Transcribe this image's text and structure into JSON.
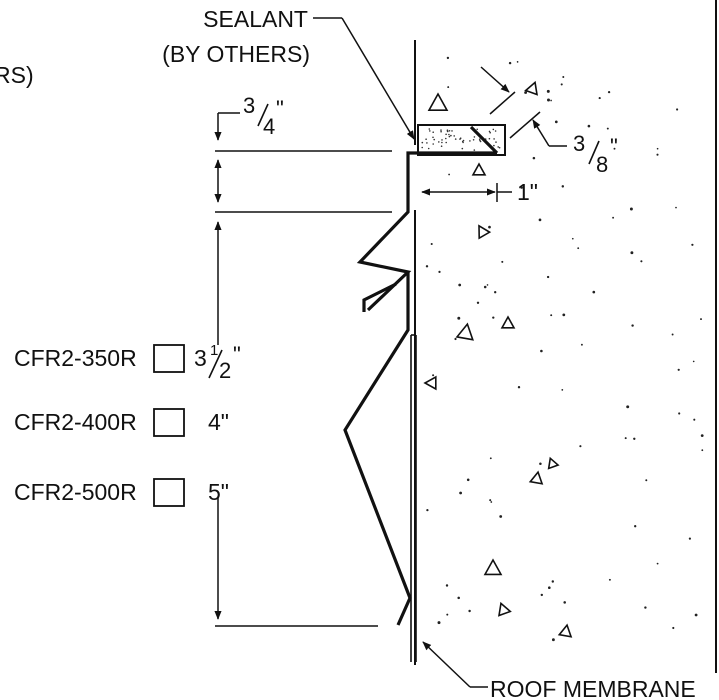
{
  "labels": {
    "sealant": "SEALANT",
    "by_others": "(BY OTHERS)",
    "by_others_cut": "RS)",
    "roof_membrane": "ROOF MEMBRANE"
  },
  "dimensions": {
    "top_whole": "3",
    "top_denominator": "4",
    "top_inch": "\"",
    "gap_whole": "3",
    "gap_denominator": "8",
    "gap_inch": "\"",
    "offset": "1\""
  },
  "models": [
    {
      "code": "CFR2-350R",
      "size_whole": "3",
      "size_numerator": "1",
      "size_denominator": "2",
      "size_inch": "\"",
      "size": ""
    },
    {
      "code": "CFR2-400R",
      "size_whole": "",
      "size_numerator": "",
      "size_denominator": "",
      "size_inch": "",
      "size": "4\""
    },
    {
      "code": "CFR2-500R",
      "size_whole": "",
      "size_numerator": "",
      "size_denominator": "",
      "size_inch": "",
      "size": "5\""
    }
  ],
  "colors": {
    "ink": "#111111",
    "background": "#ffffff"
  }
}
